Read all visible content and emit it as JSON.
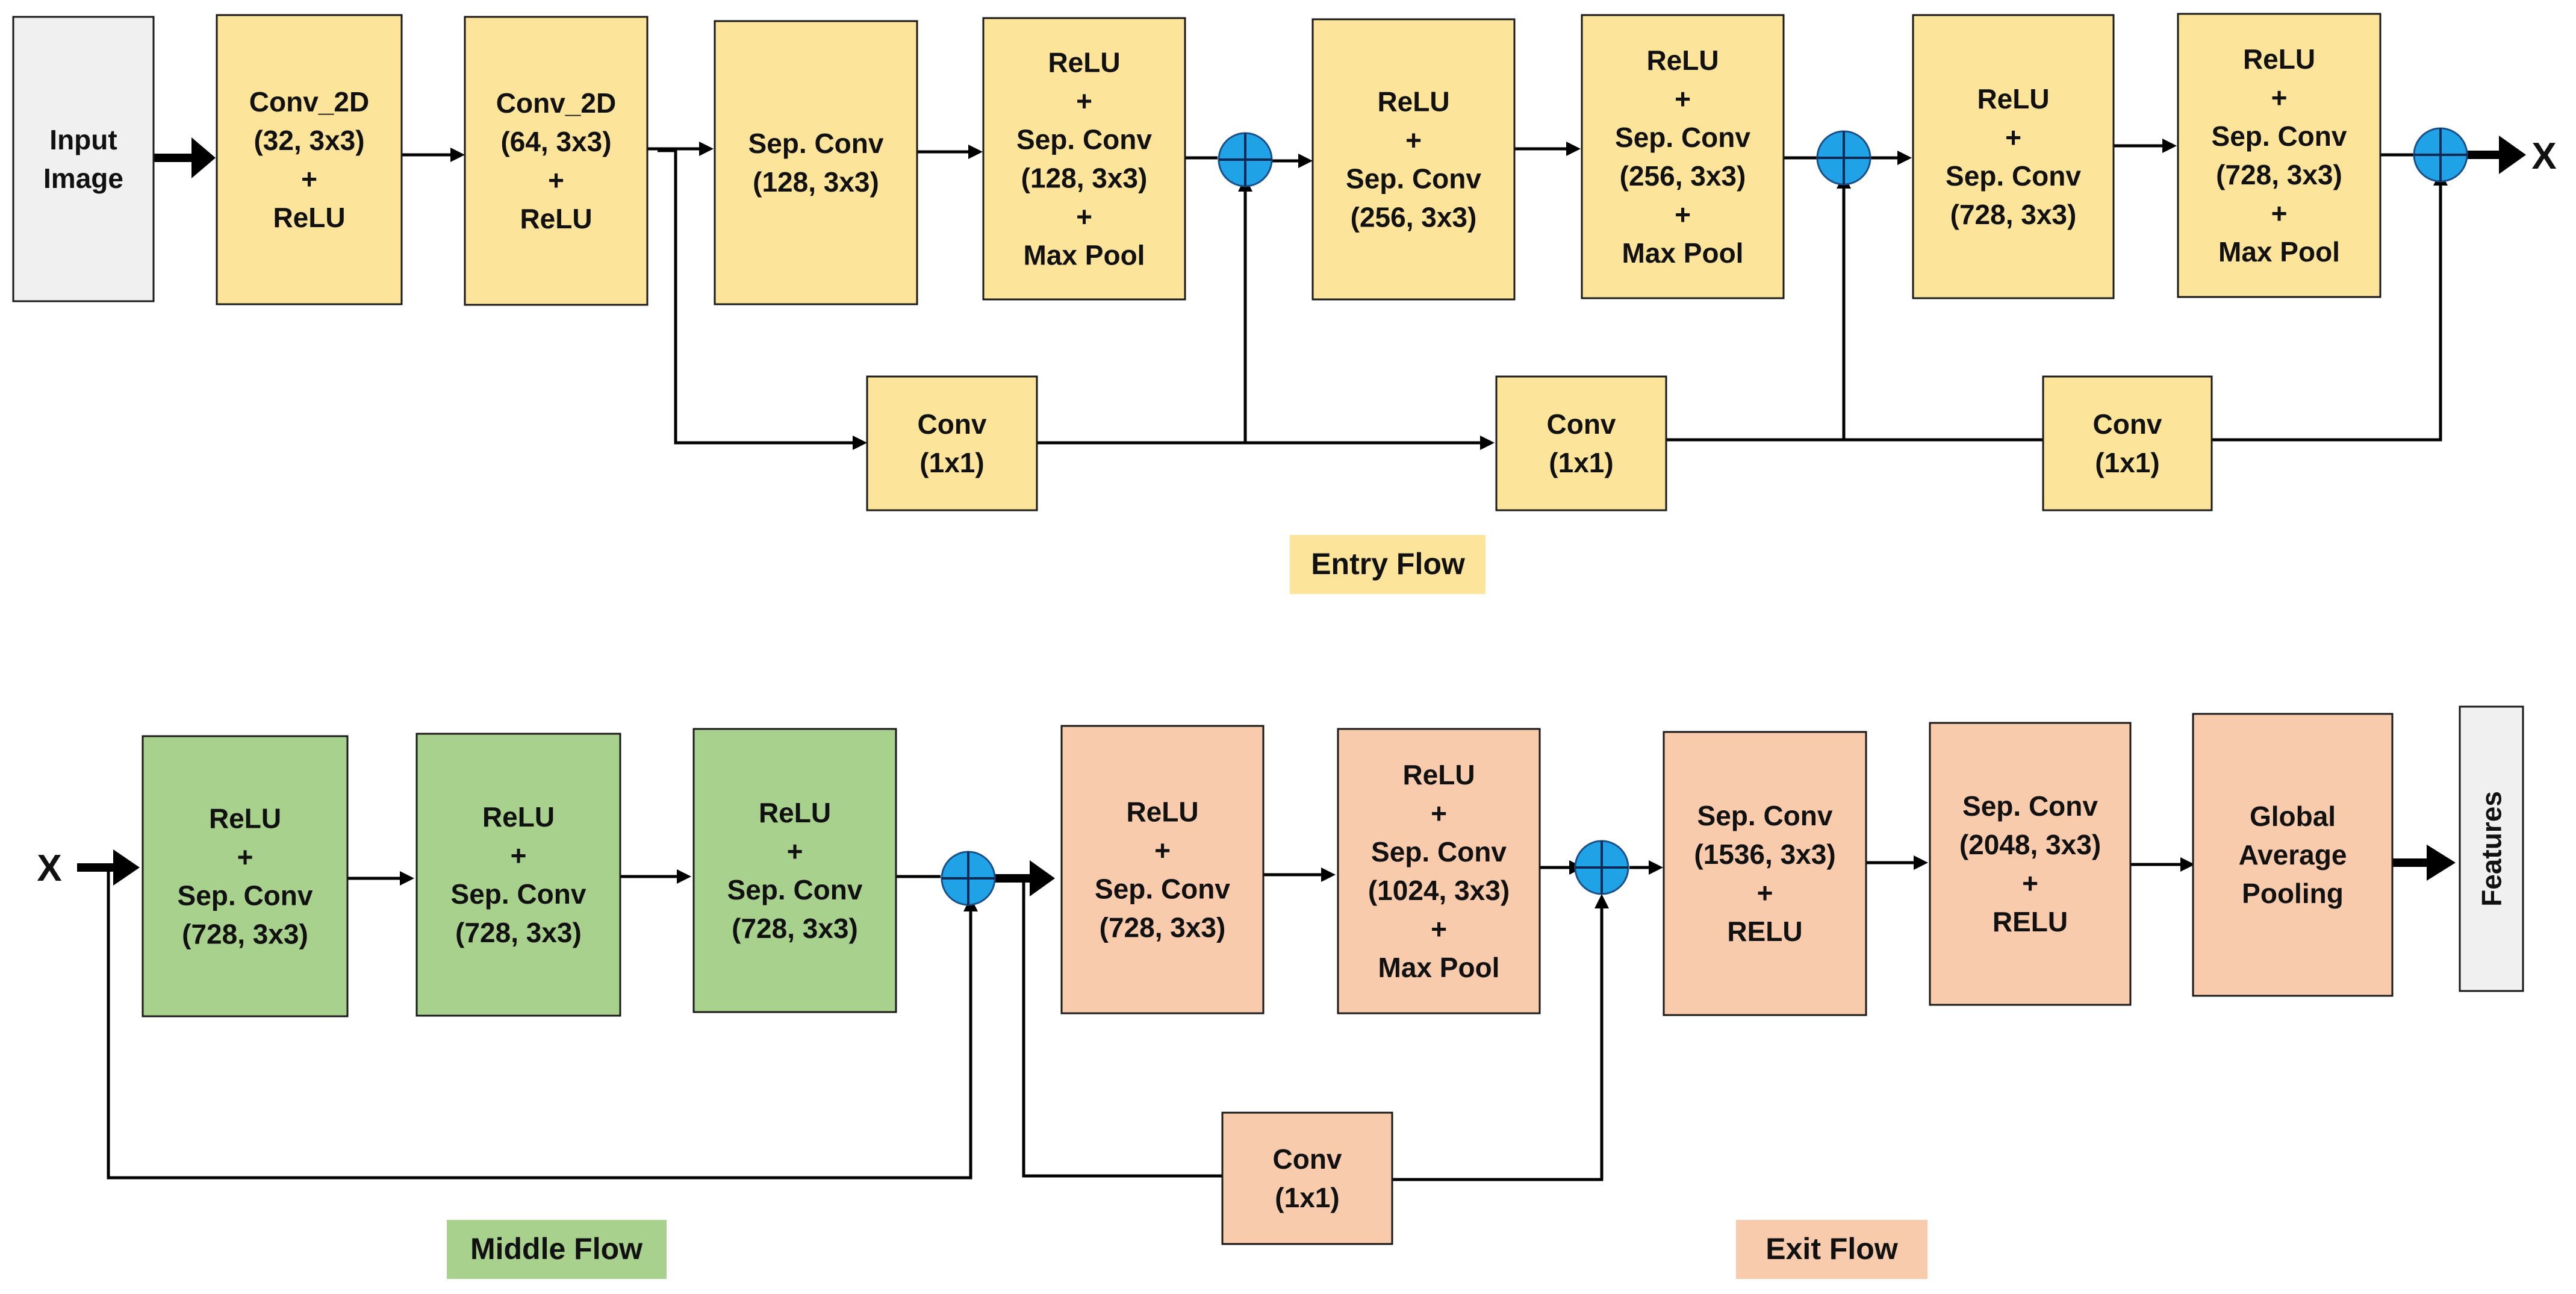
{
  "colors": {
    "entry": "#fce49a",
    "middle": "#a9d18e",
    "exit": "#f8cbad",
    "io": "#f0f0f0",
    "adder": "#1fa3e6"
  },
  "labels": {
    "entry_flow": "Entry Flow",
    "middle_flow": "Middle Flow",
    "exit_flow": "Exit Flow",
    "x_out": "X",
    "x_in": "X"
  },
  "nodes": {
    "input": {
      "lines": [
        "Input",
        "Image"
      ]
    },
    "conv2d_32": {
      "lines": [
        "Conv_2D",
        "(32, 3x3)",
        "+",
        "ReLU"
      ]
    },
    "conv2d_64": {
      "lines": [
        "Conv_2D",
        "(64, 3x3)",
        "+",
        "ReLU"
      ]
    },
    "sepconv_128": {
      "lines": [
        "Sep. Conv",
        "(128, 3x3)"
      ]
    },
    "relu_sepconv_128_pool": {
      "lines": [
        "ReLU",
        "+",
        "Sep. Conv",
        "(128, 3x3)",
        "+",
        "Max Pool"
      ]
    },
    "relu_sepconv_256": {
      "lines": [
        "ReLU",
        "+",
        "Sep. Conv",
        "(256, 3x3)"
      ]
    },
    "relu_sepconv_256_pool": {
      "lines": [
        "ReLU",
        "+",
        "Sep. Conv",
        "(256, 3x3)",
        "+",
        "Max Pool"
      ]
    },
    "relu_sepconv_728": {
      "lines": [
        "ReLU",
        "+",
        "Sep. Conv",
        "(728, 3x3)"
      ]
    },
    "relu_sepconv_728_pool": {
      "lines": [
        "ReLU",
        "+",
        "Sep. Conv",
        "(728, 3x3)",
        "+",
        "Max Pool"
      ]
    },
    "conv1x1_a": {
      "lines": [
        "Conv",
        "(1x1)"
      ]
    },
    "conv1x1_b": {
      "lines": [
        "Conv",
        "(1x1)"
      ]
    },
    "conv1x1_c": {
      "lines": [
        "Conv",
        "(1x1)"
      ]
    },
    "middle_1": {
      "lines": [
        "ReLU",
        "+",
        "Sep. Conv",
        "(728, 3x3)"
      ]
    },
    "middle_2": {
      "lines": [
        "ReLU",
        "+",
        "Sep. Conv",
        "(728, 3x3)"
      ]
    },
    "middle_3": {
      "lines": [
        "ReLU",
        "+",
        "Sep. Conv",
        "(728, 3x3)"
      ]
    },
    "exit_relu_728": {
      "lines": [
        "ReLU",
        "+",
        "Sep. Conv",
        "(728, 3x3)"
      ]
    },
    "exit_relu_1024_pool": {
      "lines": [
        "ReLU",
        "+",
        "Sep. Conv",
        "(1024, 3x3)",
        "+",
        "Max Pool"
      ]
    },
    "exit_conv1x1": {
      "lines": [
        "Conv",
        "(1x1)"
      ]
    },
    "sepconv_1536": {
      "lines": [
        "Sep. Conv",
        "(1536, 3x3)",
        "+",
        "RELU"
      ]
    },
    "sepconv_2048": {
      "lines": [
        "Sep. Conv",
        "(2048, 3x3)",
        "+",
        "RELU"
      ]
    },
    "gap": {
      "lines": [
        "Global",
        "Average",
        "Pooling"
      ]
    },
    "features": {
      "lines": [
        "Features"
      ]
    }
  }
}
